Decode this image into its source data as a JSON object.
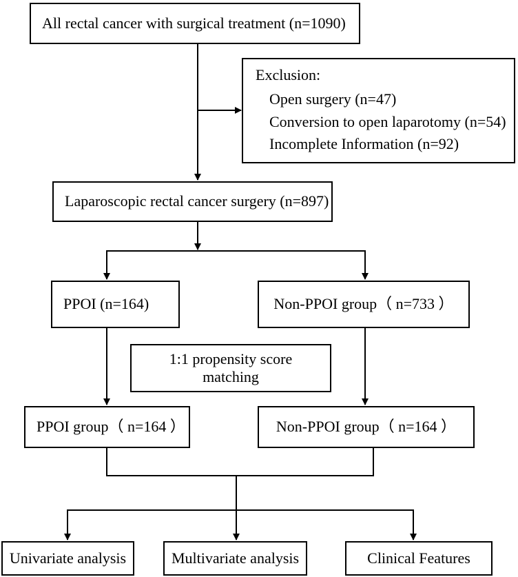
{
  "boxes": {
    "all_cases": "All rectal cancer with surgical treatment (n=1090)",
    "exclusion": {
      "title": "Exclusion:",
      "items": [
        "Open surgery (n=47)",
        "Conversion to open laparotomy (n=54)",
        "Incomplete Information (n=92)"
      ]
    },
    "laparoscopic": "Laparoscopic rectal cancer surgery (n=897)",
    "ppoi_initial": "PPOI (n=164)",
    "non_ppoi_initial": "Non-PPOI group（ n=733 ）",
    "psm": "1:1 propensity score matching",
    "ppoi_matched": "PPOI group（ n=164 ）",
    "non_ppoi_matched": "Non-PPOI group（ n=164 ）",
    "univariate": "Univariate analysis",
    "multivariate": "Multivariate analysis",
    "clinical": "Clinical Features"
  }
}
